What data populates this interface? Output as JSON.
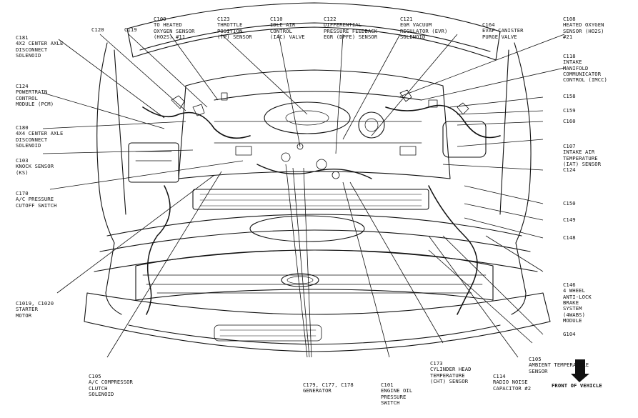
{
  "labels": {
    "c181": [
      "C181",
      "4X2 CENTER AXLE",
      "DISCONNECT",
      "SOLENOID"
    ],
    "c120": [
      "C120"
    ],
    "c119": [
      "C119"
    ],
    "c109": [
      "C109",
      "TO HEATED",
      "OXYGEN SENSOR",
      "(HO2S) #11"
    ],
    "c123": [
      "C123",
      "THROTTLE",
      "POSITION",
      "(TP) SENSOR"
    ],
    "c110": [
      "C110",
      "IDLE AIR",
      "CONTROL",
      "(IAC) VALVE"
    ],
    "c122": [
      "C122",
      "DIFFERENTIAL",
      "PRESSURE FEEDBACK",
      "EGR (DPFE) SENSOR"
    ],
    "c121": [
      "C121",
      "EGR VACUUM",
      "REGULATOR (EVR)",
      "SOLENOID"
    ],
    "c164": [
      "C164",
      "EVAP CANISTER",
      "PURGE VALVE"
    ],
    "c108": [
      "C108",
      "HEATED OXYGEN",
      "SENSOR (HO2S)",
      "#21"
    ],
    "c118": [
      "C118",
      "INTAKE",
      "MANIFOLD",
      "COMMUNICATOR",
      "CONTROL (IMCC)"
    ],
    "c124a": [
      "C124",
      "POWERTRAIN",
      "CONTROL",
      "MODULE (PCM)"
    ],
    "c180": [
      "C180",
      "4X4 CENTER AXLE",
      "DISCONNECT",
      "SOLENOID"
    ],
    "c103": [
      "C103",
      "KNOCK SENSOR",
      "(KS)"
    ],
    "c170": [
      "C170",
      "A/C PRESSURE",
      "CUTOFF SWITCH"
    ],
    "c158": [
      "C158"
    ],
    "c159": [
      "C159"
    ],
    "c160": [
      "C160"
    ],
    "c107": [
      "C107",
      "INTAKE AIR",
      "TEMPERATURE",
      "(IAT) SENSOR"
    ],
    "c124b": [
      "C124"
    ],
    "c150": [
      "C150"
    ],
    "c149": [
      "C149"
    ],
    "c148": [
      "C148"
    ],
    "c146": [
      "C146",
      "4 WHEEL",
      "ANTI-LOCK",
      "BRAKE",
      "SYSTEM",
      "(4WABS)",
      "MODULE"
    ],
    "g104": [
      "G104"
    ],
    "c1019": [
      "C1019, C1020",
      "STARTER",
      "MOTOR"
    ],
    "c105a": [
      "C105",
      "AMBIENT TEMPERATURE",
      "SENSOR"
    ],
    "c105b": [
      "C105",
      "A/C COMPRESSOR",
      "CLUTCH",
      "SOLENOID"
    ],
    "c179": [
      "C179, C177, C178",
      "GENERATOR"
    ],
    "c101": [
      "C101",
      "ENGINE OIL",
      "PRESSURE",
      "SWITCH"
    ],
    "c173": [
      "C173",
      "CYLINDER HEAD",
      "TEMPERATURE",
      "(CHT) SENSOR"
    ],
    "c114": [
      "C114",
      "RADIO NOISE",
      "CAPACITOR #2"
    ]
  },
  "front_of_vehicle": "FRONT OF VEHICLE"
}
